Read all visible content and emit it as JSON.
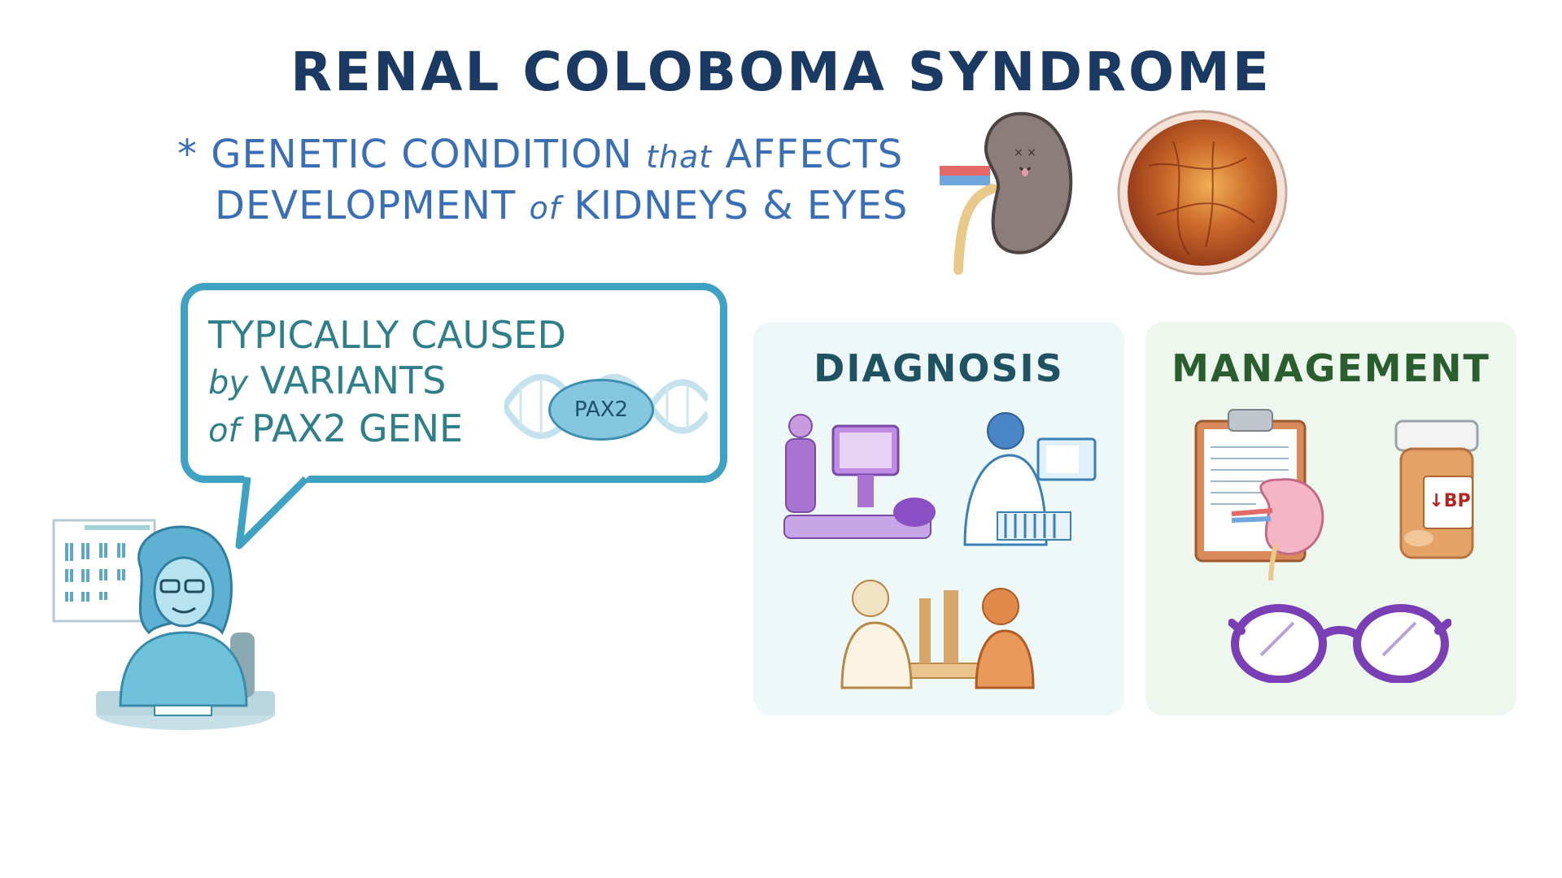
{
  "title": "RENAL COLOBOMA SYNDROME",
  "definition": {
    "bullet": "*",
    "line1_a": "GENETIC CONDITION",
    "line1_b": "that",
    "line1_c": "AFFECTS",
    "line2_a": "DEVELOPMENT",
    "line2_b": "of",
    "line2_c": "KIDNEYS & EYES"
  },
  "speech": {
    "line1": "TYPICALLY CAUSED",
    "line2_a": "by",
    "line2_b": "VARIANTS",
    "line3_a": "of",
    "line3_b": "PAX2 GENE",
    "gene_badge": "PAX2"
  },
  "diagnosis": {
    "title": "DIAGNOSIS"
  },
  "management": {
    "title": "MANAGEMENT",
    "bottle_label": "↓BP"
  },
  "icons": {
    "kidney": "kidney-icon",
    "retina": "retina-icon",
    "geneticist": "geneticist-icon",
    "karyotype": "karyotype-chart-icon",
    "ultrasound": "ultrasound-exam-icon",
    "lab": "lab-scientist-icon",
    "eye_exam": "eye-exam-icon",
    "clipboard": "clipboard-kidney-icon",
    "pill_bottle": "pill-bottle-icon",
    "glasses": "glasses-icon"
  },
  "colors": {
    "title": "#1b3a63",
    "definition": "#3a6fb5",
    "bubble_border": "#3fa2c3",
    "bubble_text": "#2f7f8a",
    "diagnosis_title": "#1f5363",
    "management_title": "#2a5e2f",
    "diagnosis_panel": "#eef8f9",
    "management_panel": "#eef7ee"
  }
}
